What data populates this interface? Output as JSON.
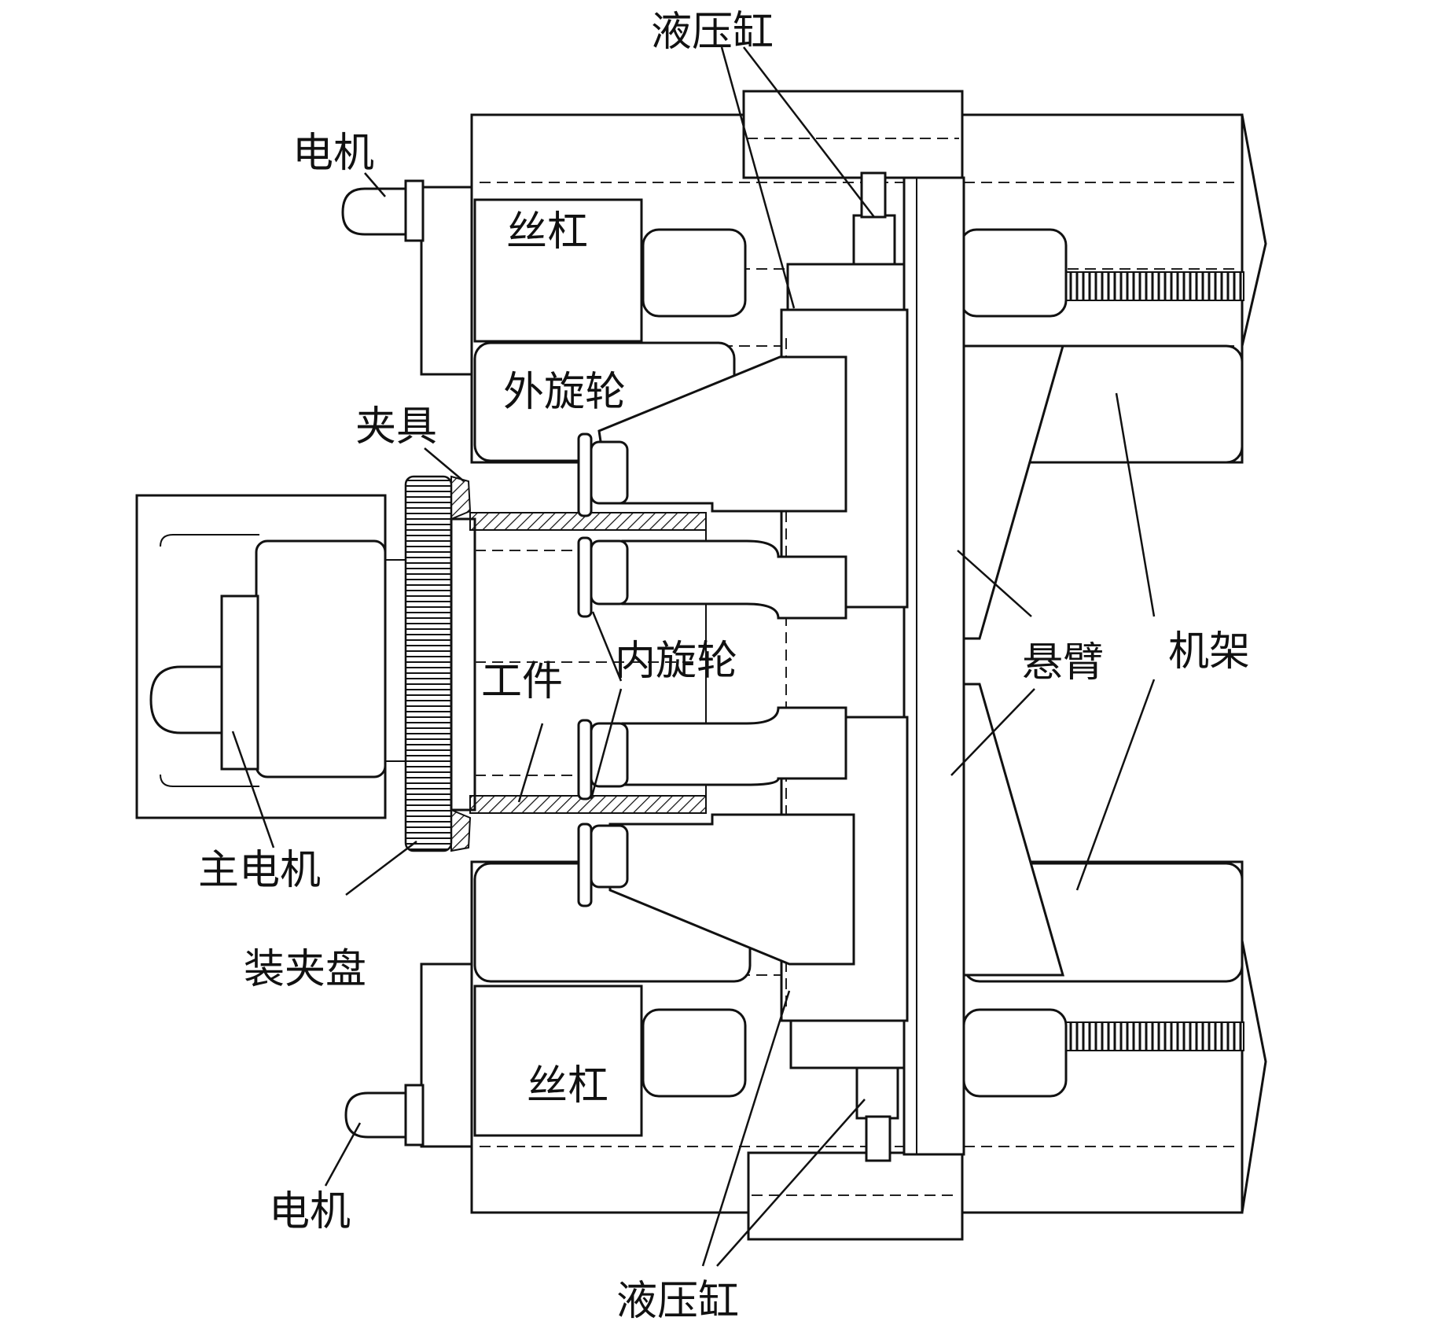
{
  "labels": {
    "hydraulic_cylinder_top": "液压缸",
    "motor_top": "电机",
    "lead_screw_top": "丝杠",
    "outer_spinning_wheel": "外旋轮",
    "fixture": "夹具",
    "inner_spinning_wheel": "内旋轮",
    "workpiece": "工件",
    "cantilever": "悬臂",
    "frame": "机架",
    "main_motor": "主电机",
    "chuck": "装夹盘",
    "lead_screw_bottom": "丝杠",
    "motor_bottom": "电机",
    "hydraulic_cylinder_bottom": "液压缸"
  }
}
